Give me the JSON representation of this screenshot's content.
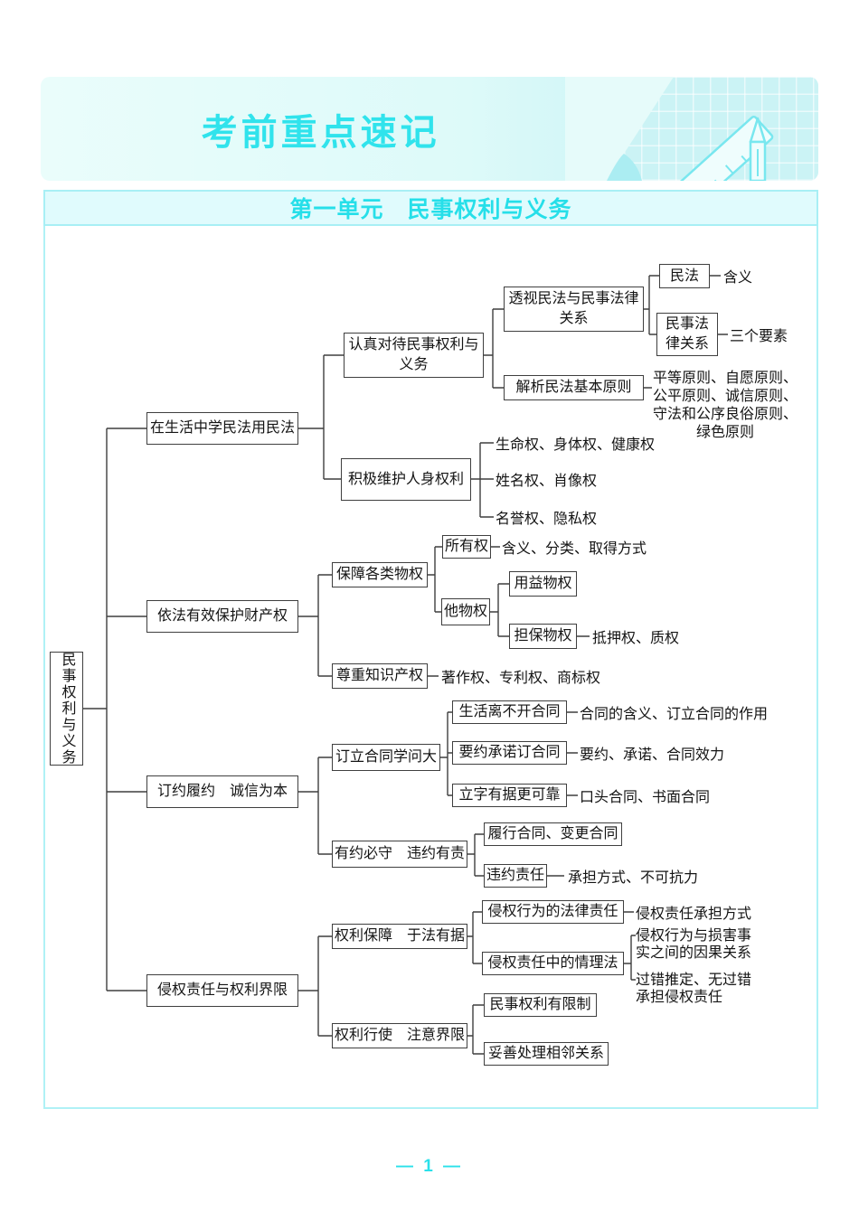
{
  "banner": {
    "title": "考前重点速记"
  },
  "unit": {
    "title": "第一单元　民事权利与义务"
  },
  "footer": {
    "page_number": "— 1 —"
  },
  "colors": {
    "accent_cyan": "#30e3ec",
    "panel_border": "#aff1f6",
    "panel_fill": "#e0fbfd",
    "line_color": "#3f3f3f"
  },
  "tree": {
    "root": "民事权利与义务",
    "b1": {
      "label": "在生活中学民法用民法",
      "c1": {
        "lines": [
          "认真对待民事权利与",
          "义务"
        ],
        "toushi": {
          "lines": [
            "透视民法与民事法律",
            "关系"
          ],
          "minfa": {
            "label": "民法",
            "leaf": "含义"
          },
          "guanxi": {
            "lines": [
              "民事法",
              "律关系"
            ],
            "leaf": "三个要素"
          }
        },
        "jiexi": {
          "label": "解析民法基本原则",
          "leaf_lines": [
            "平等原则、自愿原则、",
            "公平原则、诚信原则、",
            "守法和公序良俗原则、",
            "绿色原则"
          ]
        }
      },
      "c2": {
        "label": "积极维护人身权利",
        "leaves": [
          "生命权、身体权、健康权",
          "姓名权、肖像权",
          "名誉权、隐私权"
        ]
      }
    },
    "b2": {
      "label": "依法有效保护财产权",
      "c1": {
        "label": "保障各类物权",
        "suoyou": {
          "label": "所有权",
          "leaf": "含义、分类、取得方式"
        },
        "tawu": {
          "label": "他物权",
          "yongyi": {
            "label": "用益物权"
          },
          "danbao": {
            "label": "担保物权",
            "leaf": "抵押权、质权"
          }
        }
      },
      "c2": {
        "label": "尊重知识产权",
        "leaf": "著作权、专利权、商标权"
      }
    },
    "b3": {
      "label": "订约履约　诚信为本",
      "c1": {
        "label": "订立合同学问大",
        "s1": {
          "label": "生活离不开合同",
          "leaf": "合同的含义、订立合同的作用"
        },
        "s2": {
          "label": "要约承诺订合同",
          "leaf": "要约、承诺、合同效力"
        },
        "s3": {
          "label": "立字有据更可靠",
          "leaf": "口头合同、书面合同"
        }
      },
      "c2": {
        "label": "有约必守　违约有责",
        "s1": {
          "label": "履行合同、变更合同"
        },
        "s2": {
          "label": "违约责任",
          "leaf": "承担方式、不可抗力"
        }
      }
    },
    "b4": {
      "label": "侵权责任与权利界限",
      "c1": {
        "label": "权利保障　于法有据",
        "s1": {
          "label": "侵权行为的法律责任",
          "leaf": "侵权责任承担方式"
        },
        "s2": {
          "label": "侵权责任中的情理法",
          "leaf1_lines": [
            "侵权行为与损害事",
            "实之间的因果关系"
          ],
          "leaf2_lines": [
            "过错推定、无过错",
            "承担侵权责任"
          ]
        }
      },
      "c2": {
        "label": "权利行使　注意界限",
        "s1": {
          "label": "民事权利有限制"
        },
        "s2": {
          "label": "妥善处理相邻关系"
        }
      }
    }
  }
}
